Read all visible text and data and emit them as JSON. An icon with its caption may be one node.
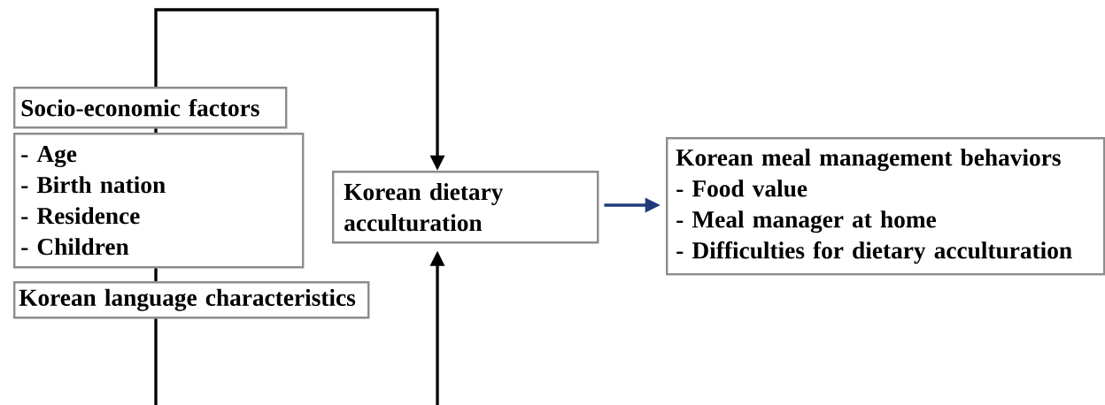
{
  "diagram": {
    "nodes": [
      {
        "text": [
          "Socio-economic factors"
        ]
      },
      {
        "text": [
          "- Age",
          "- Birth nation",
          "- Residence",
          "- Children"
        ]
      },
      {
        "text": [
          "Korean language characteristics"
        ]
      },
      {
        "text": [
          "Korean dietary acculturation"
        ]
      },
      {
        "text": [
          "Korean meal management behaviors",
          "- Food value",
          "- Meal manager at home",
          "- Difficulties for dietary acculturation"
        ]
      }
    ],
    "edges": [
      {
        "from": 0,
        "to": 3,
        "arrow": "to"
      },
      {
        "from": 0,
        "to": 1,
        "arrow": "none"
      },
      {
        "from": 1,
        "to": 2,
        "arrow": "none"
      },
      {
        "from": 2,
        "to": 3,
        "arrow": "to"
      },
      {
        "from": 3,
        "to": 4,
        "arrow": "to",
        "color": "#1f3b7a"
      }
    ]
  }
}
